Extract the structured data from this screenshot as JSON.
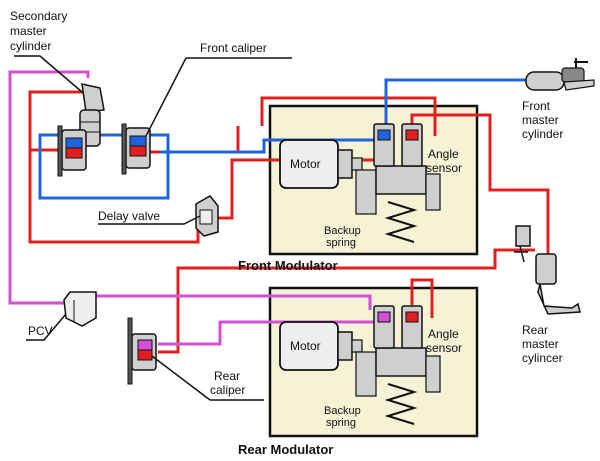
{
  "labels": {
    "secondary_master_cylinder_1": "Secondary",
    "secondary_master_cylinder_2": "master",
    "secondary_master_cylinder_3": "cylinder",
    "front_caliper": "Front caliper",
    "delay_valve": "Delay valve",
    "pcv": "PCV",
    "rear_caliper_1": "Rear",
    "rear_caliper_2": "caliper",
    "front_master_cylinder_1": "Front",
    "front_master_cylinder_2": "master",
    "front_master_cylinder_3": "cylinder",
    "rear_master_cylinder_1": "Rear",
    "rear_master_cylinder_2": "master",
    "rear_master_cylinder_3": "cylincer",
    "front_modulator": {
      "motor": "Motor",
      "angle_sensor_1": "Angle",
      "angle_sensor_2": "sensor",
      "backup_spring_1": "Backup",
      "backup_spring_2": "spring",
      "title": "Front Modulator"
    },
    "rear_modulator": {
      "motor": "Motor",
      "angle_sensor_1": "Angle",
      "angle_sensor_2": "sensor",
      "backup_spring_1": "Backup",
      "backup_spring_2": "spring",
      "title": "Rear Modulator"
    }
  },
  "colors": {
    "primary_line": "#e02020",
    "front_line": "#1e64dc",
    "rear_line": "#d24fd6",
    "module_bg": "#f6f2d6",
    "outline": "#111111",
    "part": "#cfcfcf"
  }
}
